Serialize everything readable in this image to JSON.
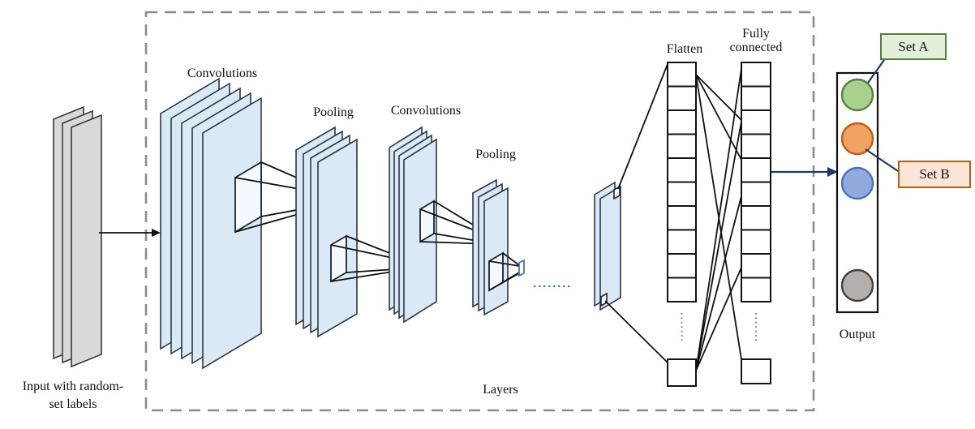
{
  "diagram": {
    "input": {
      "label_line1": "Input with random-",
      "label_line2": "set labels"
    },
    "stage_labels": {
      "convolutions_1": "Convolutions",
      "pooling_1": "Pooling",
      "convolutions_2": "Convolutions",
      "pooling_2": "Pooling",
      "flatten": "Flatten",
      "fully_connected": "Fully connected",
      "layers": "Layers",
      "output": "Output"
    },
    "legend": {
      "set_a": "Set A",
      "set_b": "Set B"
    },
    "colors": {
      "sheet_blue_fill": "#dbe9f7",
      "sheet_gray_fill": "#d9d9d9",
      "dashed_border": "#8c8c8c",
      "connector_navy": "#1f3864",
      "dotted_blue": "#4472c4",
      "set_a_fill": "#e2efd9",
      "set_a_border": "#538135",
      "set_b_fill": "#fbe5d6",
      "set_b_border": "#c55a11"
    },
    "output_nodes": [
      {
        "name": "green-node",
        "fill": "#a9d18e",
        "stroke": "#538135"
      },
      {
        "name": "orange-node",
        "fill": "#f1a164",
        "stroke": "#c55a11"
      },
      {
        "name": "blue-node",
        "fill": "#8faadc",
        "stroke": "#4472c4"
      },
      {
        "name": "gray-node",
        "fill": "#b3afac",
        "stroke": "#404040"
      }
    ]
  }
}
